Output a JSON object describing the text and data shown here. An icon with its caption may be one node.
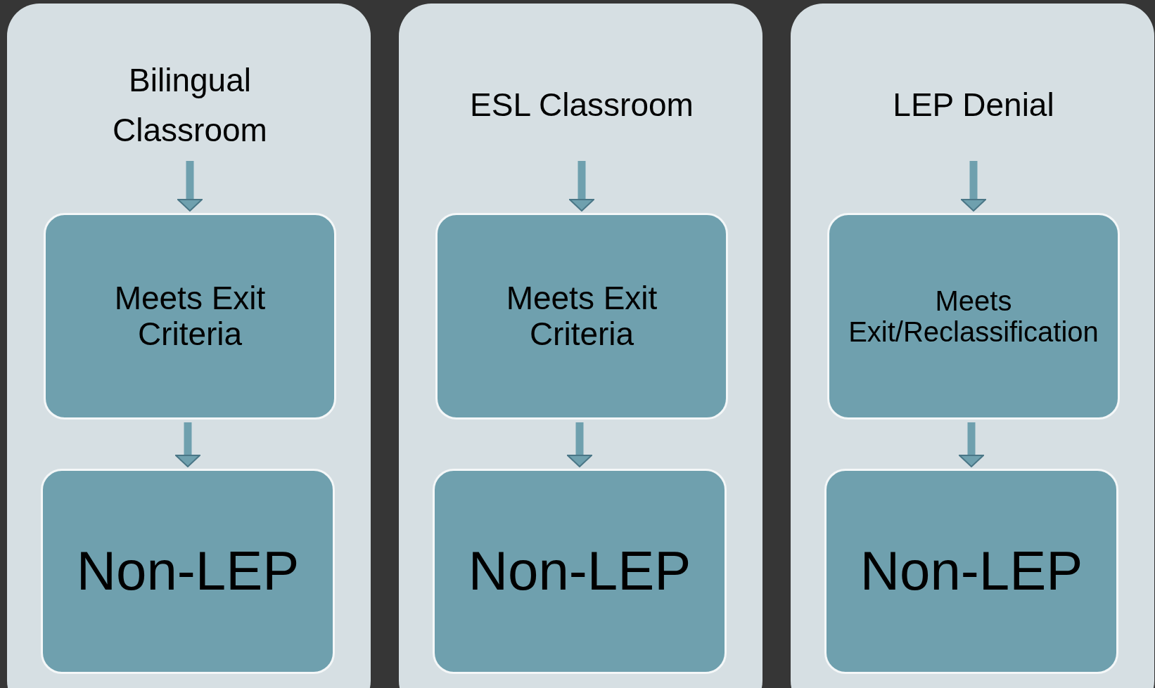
{
  "diagram": {
    "nodes": [
      {
        "text": [],
        "shape": "box"
      },
      {
        "text": [
          "Bilingual Classroom"
        ],
        "in": 0
      },
      {
        "text": [
          "Meets Exit Criteria"
        ],
        "in": 0
      },
      {
        "text": [
          "Non-LEP"
        ],
        "in": 0
      },
      {
        "text": [],
        "shape": "box"
      },
      {
        "text": [
          "ESL Classroom"
        ],
        "in": 4
      },
      {
        "text": [
          "Meets Exit Criteria"
        ],
        "in": 4
      },
      {
        "text": [
          "Non-LEP"
        ],
        "in": 4
      },
      {
        "text": [],
        "shape": "box"
      },
      {
        "text": [
          "LEP Denial"
        ],
        "in": 8
      },
      {
        "text": [
          "Meets Exit/Reclassification"
        ],
        "in": 8
      },
      {
        "text": [
          "Non-LEP"
        ],
        "in": 8
      }
    ],
    "edges": [
      {
        "from": 1,
        "to": 2,
        "arrow": "to"
      },
      {
        "from": 2,
        "to": 3,
        "arrow": "to"
      },
      {
        "from": 5,
        "to": 6,
        "arrow": "to"
      },
      {
        "from": 6,
        "to": 7,
        "arrow": "to"
      },
      {
        "from": 9,
        "to": 10,
        "arrow": "to"
      },
      {
        "from": 10,
        "to": 11,
        "arrow": "to"
      }
    ]
  }
}
